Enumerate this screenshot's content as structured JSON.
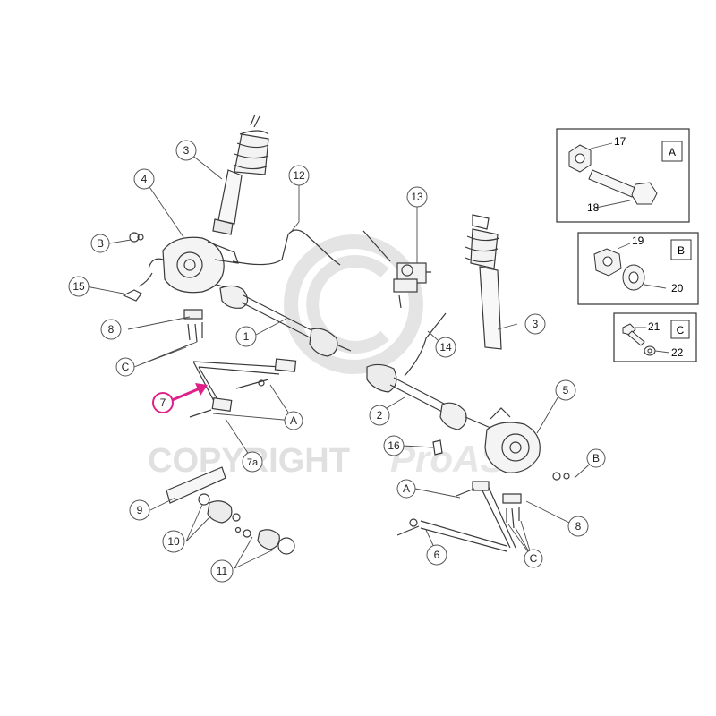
{
  "callouts": {
    "c1": "1",
    "c2": "2",
    "c3a": "3",
    "c3b": "3",
    "c4": "4",
    "c5": "5",
    "c6": "6",
    "c7": "7",
    "c7a": "7a",
    "c8a": "8",
    "c8b": "8",
    "c9": "9",
    "c10": "10",
    "c11": "11",
    "c12": "12",
    "c13": "13",
    "c14": "14",
    "c15": "15",
    "c16": "16",
    "cBa": "B",
    "cBb": "B",
    "cCa": "C",
    "cCb": "C",
    "cAa": "A",
    "cAb": "A"
  },
  "insets": {
    "a": {
      "tag": "A",
      "n1": "17",
      "n2": "18"
    },
    "b": {
      "tag": "B",
      "n1": "19",
      "n2": "20"
    },
    "c": {
      "tag": "C",
      "n1": "21",
      "n2": "22"
    }
  },
  "watermark": {
    "text": "COPYRIGHT",
    "brand": "ProASP"
  },
  "colors": {
    "line": "#3a3a3a",
    "highlight": "#e0218a",
    "watermark": "#dddddd"
  }
}
